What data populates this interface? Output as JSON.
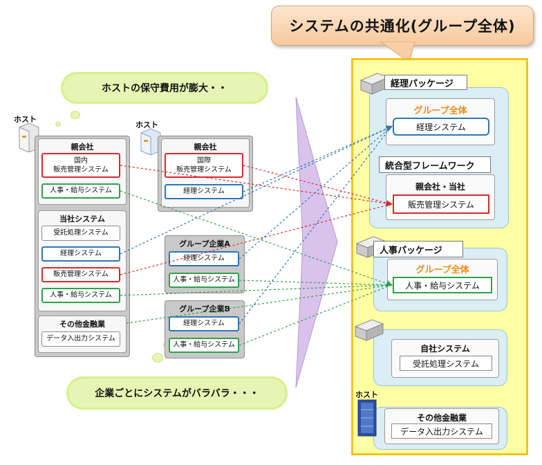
{
  "title": "システムの共通化(グループ全体)",
  "cloud_top": "ホストの保守費用が膨大・・",
  "cloud_bottom": "企業ごとにシステムがバラバラ・・・",
  "host_label": "ホスト",
  "left": {
    "oya": {
      "heading": "親会社",
      "sales": "国内\n販売管理システム",
      "hr": "人事・給与システム"
    },
    "tosha": {
      "heading": "当社システム",
      "items": [
        "受託処理システム",
        "経理システム",
        "販売管理システム",
        "人事・給与システム"
      ]
    },
    "other": {
      "heading": "その他金融業",
      "item": "データ入出力システム"
    }
  },
  "mid": {
    "oya": {
      "heading": "親会社",
      "sales": "国際\n販売管理システム",
      "acct": "経理システム"
    },
    "groupA": {
      "heading": "グループ企業A",
      "acct": "経理システム",
      "hr": "人事・給与システム"
    },
    "groupB": {
      "heading": "グループ企業B",
      "acct": "経理システム",
      "hr": "人事・給与システム"
    }
  },
  "right": {
    "acct_pkg": {
      "tag": "経理パッケージ",
      "scope": "グループ全体",
      "system": "経理システム"
    },
    "framework": {
      "tag": "統合型フレームワーク",
      "scope": "親会社・当社",
      "system": "販売管理システム"
    },
    "hr_pkg": {
      "tag": "人事パッケージ",
      "scope": "グループ全体",
      "system": "人事・給与システム"
    },
    "own": {
      "scope": "自社システム",
      "system": "受託処理システム"
    },
    "other": {
      "scope": "その他金融業",
      "system": "データ入出力システム"
    }
  },
  "colors": {
    "red": "#d62b2b",
    "blue": "#2e75b6",
    "green": "#2fa04a",
    "arrow": "#d9c3ec"
  }
}
